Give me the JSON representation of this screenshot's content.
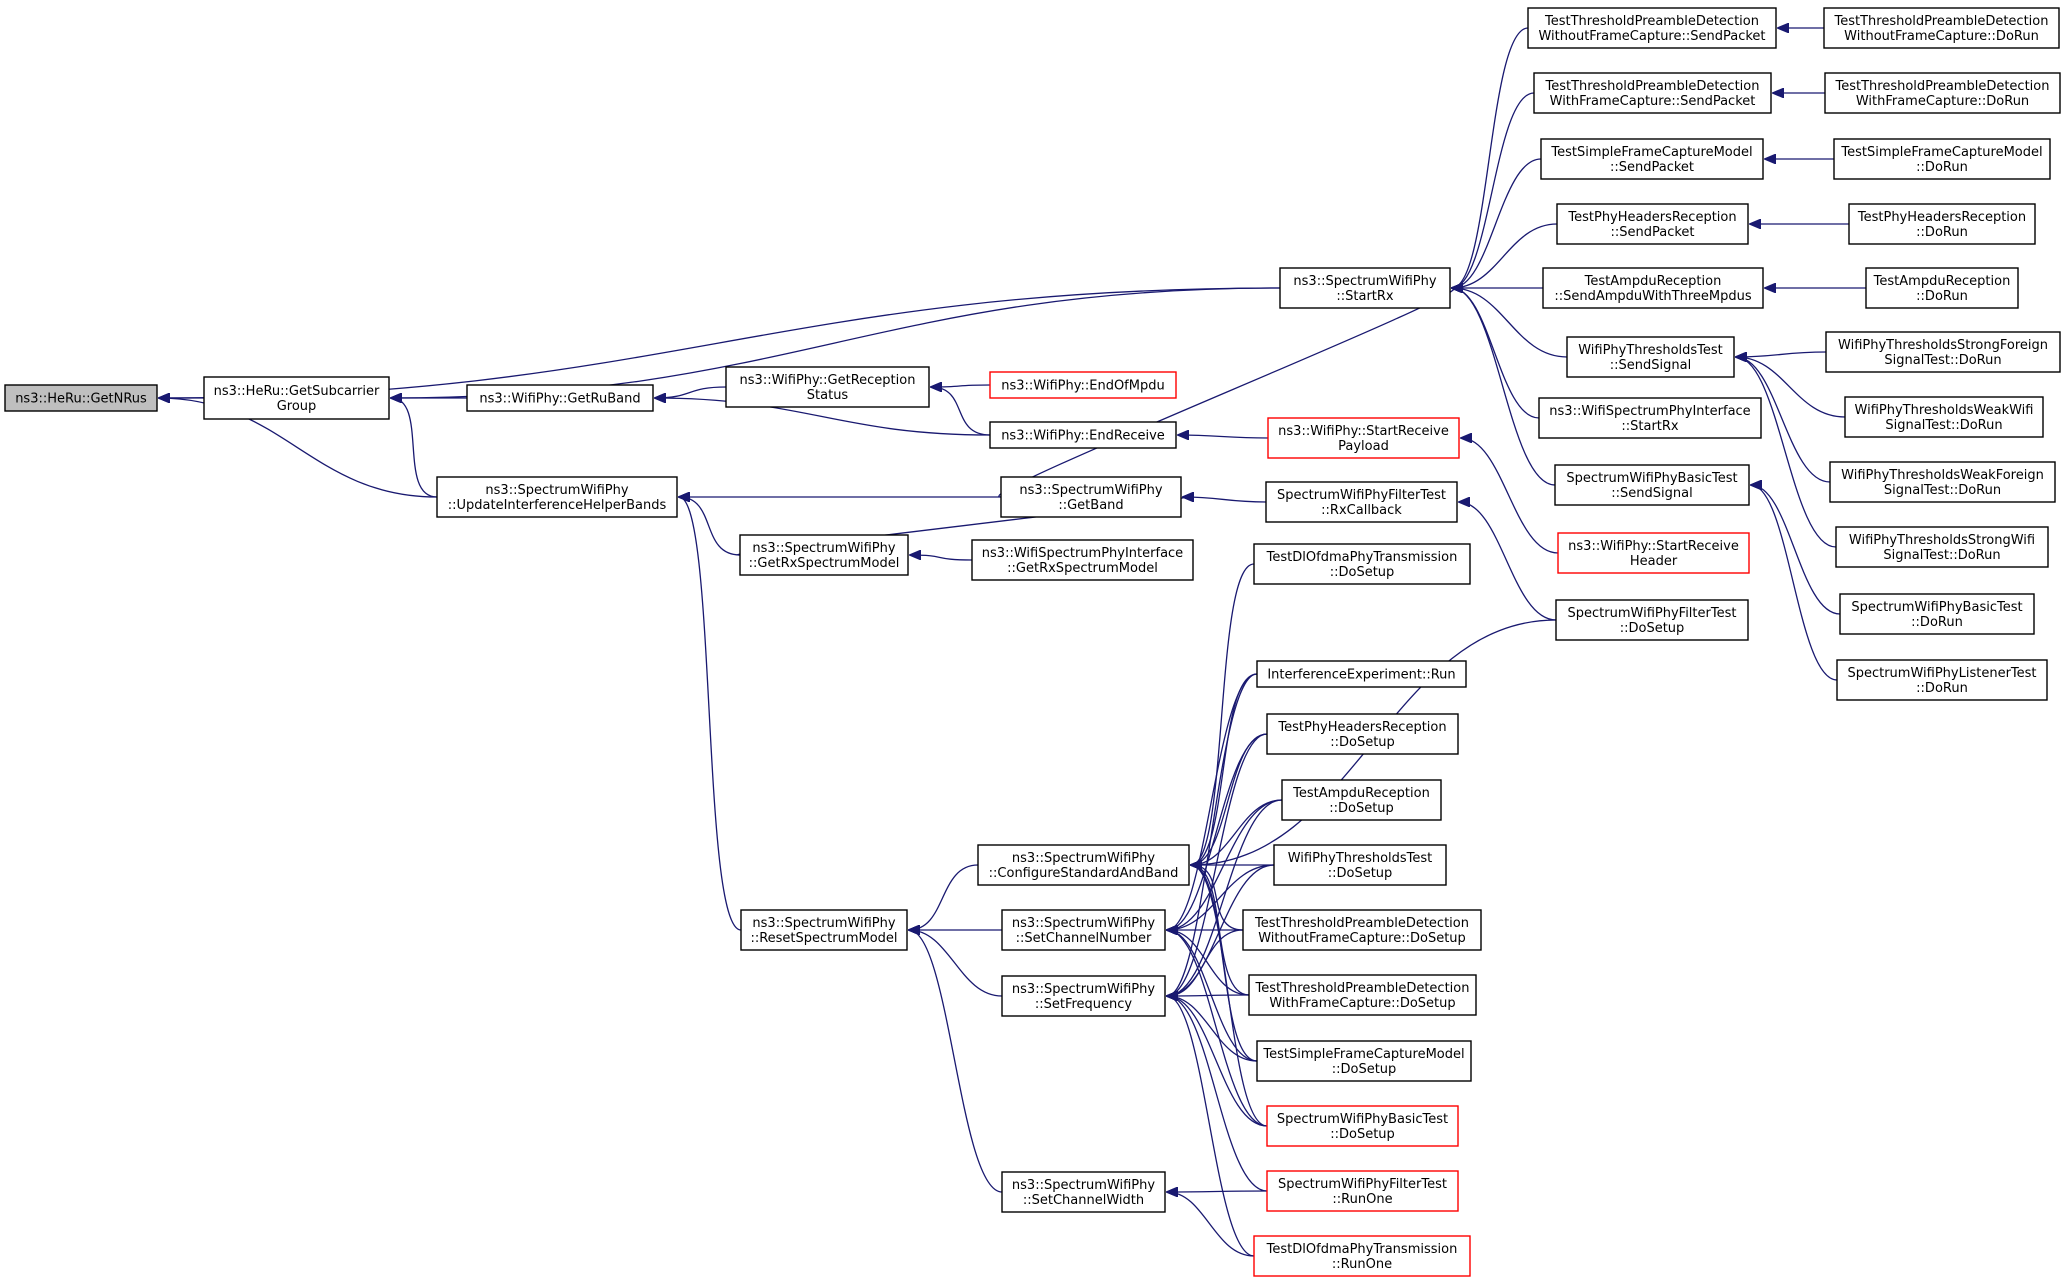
{
  "diagram": {
    "nodes": [
      {
        "id": "getnrus",
        "label": [
          "ns3::HeRu::GetNRus"
        ],
        "root": true
      },
      {
        "id": "getsubcarrier",
        "label": [
          "ns3::HeRu::GetSubcarrier",
          "Group"
        ]
      },
      {
        "id": "getruband",
        "label": [
          "ns3::WifiPhy::GetRuBand"
        ]
      },
      {
        "id": "getreception",
        "label": [
          "ns3::WifiPhy::GetReception",
          "Status"
        ]
      },
      {
        "id": "endofmpdu",
        "label": [
          "ns3::WifiPhy::EndOfMpdu"
        ],
        "truncated": true
      },
      {
        "id": "endreceive",
        "label": [
          "ns3::WifiPhy::EndReceive"
        ]
      },
      {
        "id": "updateinterf",
        "label": [
          "ns3::SpectrumWifiPhy",
          "::UpdateInterferenceHelperBands"
        ]
      },
      {
        "id": "getband",
        "label": [
          "ns3::SpectrumWifiPhy",
          "::GetBand"
        ]
      },
      {
        "id": "getrxspec",
        "label": [
          "ns3::SpectrumWifiPhy",
          "::GetRxSpectrumModel"
        ]
      },
      {
        "id": "wsi_getrxspec",
        "label": [
          "ns3::WifiSpectrumPhyInterface",
          "::GetRxSpectrumModel"
        ]
      },
      {
        "id": "startrx",
        "label": [
          "ns3::SpectrumWifiPhy",
          "::StartRx"
        ]
      },
      {
        "id": "startrecvpayload",
        "label": [
          "ns3::WifiPhy::StartReceive",
          "Payload"
        ],
        "truncated": true
      },
      {
        "id": "filter_rxcb",
        "label": [
          "SpectrumWifiPhyFilterTest",
          "::RxCallback"
        ]
      },
      {
        "id": "startrecvheader",
        "label": [
          "ns3::WifiPhy::StartReceive",
          "Header"
        ],
        "truncated": true
      },
      {
        "id": "tpd_wo_send",
        "label": [
          "TestThresholdPreambleDetection",
          "WithoutFrameCapture::SendPacket"
        ]
      },
      {
        "id": "tpd_wo_run",
        "label": [
          "TestThresholdPreambleDetection",
          "WithoutFrameCapture::DoRun"
        ]
      },
      {
        "id": "tpd_w_send",
        "label": [
          "TestThresholdPreambleDetection",
          "WithFrameCapture::SendPacket"
        ]
      },
      {
        "id": "tpd_w_run",
        "label": [
          "TestThresholdPreambleDetection",
          "WithFrameCapture::DoRun"
        ]
      },
      {
        "id": "tsfc_send",
        "label": [
          "TestSimpleFrameCaptureModel",
          "::SendPacket"
        ]
      },
      {
        "id": "tsfc_run",
        "label": [
          "TestSimpleFrameCaptureModel",
          "::DoRun"
        ]
      },
      {
        "id": "tphr_send",
        "label": [
          "TestPhyHeadersReception",
          "::SendPacket"
        ]
      },
      {
        "id": "tphr_run",
        "label": [
          "TestPhyHeadersReception",
          "::DoRun"
        ]
      },
      {
        "id": "tar_send",
        "label": [
          "TestAmpduReception",
          "::SendAmpduWithThreeMpdus"
        ]
      },
      {
        "id": "tar_run",
        "label": [
          "TestAmpduReception",
          "::DoRun"
        ]
      },
      {
        "id": "wpt_send",
        "label": [
          "WifiPhyThresholdsTest",
          "::SendSignal"
        ]
      },
      {
        "id": "wpt_sf",
        "label": [
          "WifiPhyThresholdsStrongForeign",
          "SignalTest::DoRun"
        ]
      },
      {
        "id": "wpt_ww",
        "label": [
          "WifiPhyThresholdsWeakWifi",
          "SignalTest::DoRun"
        ]
      },
      {
        "id": "wpt_wf",
        "label": [
          "WifiPhyThresholdsWeakForeign",
          "SignalTest::DoRun"
        ]
      },
      {
        "id": "wpt_sw",
        "label": [
          "WifiPhyThresholdsStrongWifi",
          "SignalTest::DoRun"
        ]
      },
      {
        "id": "wsi_startrx",
        "label": [
          "ns3::WifiSpectrumPhyInterface",
          "::StartRx"
        ]
      },
      {
        "id": "swbt_send",
        "label": [
          "SpectrumWifiPhyBasicTest",
          "::SendSignal"
        ]
      },
      {
        "id": "swbt_run",
        "label": [
          "SpectrumWifiPhyBasicTest",
          "::DoRun"
        ]
      },
      {
        "id": "swlt_run",
        "label": [
          "SpectrumWifiPhyListenerTest",
          "::DoRun"
        ]
      },
      {
        "id": "filter_dosetup",
        "label": [
          "SpectrumWifiPhyFilterTest",
          "::DoSetup"
        ]
      },
      {
        "id": "dlofdma_dosetup",
        "label": [
          "TestDlOfdmaPhyTransmission",
          "::DoSetup"
        ]
      },
      {
        "id": "interf_run",
        "label": [
          "InterferenceExperiment::Run"
        ]
      },
      {
        "id": "tphr_dosetup",
        "label": [
          "TestPhyHeadersReception",
          "::DoSetup"
        ]
      },
      {
        "id": "tar_dosetup",
        "label": [
          "TestAmpduReception",
          "::DoSetup"
        ]
      },
      {
        "id": "wpt_dosetup",
        "label": [
          "WifiPhyThresholdsTest",
          "::DoSetup"
        ]
      },
      {
        "id": "tpd_wo_dosetup",
        "label": [
          "TestThresholdPreambleDetection",
          "WithoutFrameCapture::DoSetup"
        ]
      },
      {
        "id": "tpd_w_dosetup",
        "label": [
          "TestThresholdPreambleDetection",
          "WithFrameCapture::DoSetup"
        ]
      },
      {
        "id": "tsfc_dosetup",
        "label": [
          "TestSimpleFrameCaptureModel",
          "::DoSetup"
        ]
      },
      {
        "id": "swbt_dosetup",
        "label": [
          "SpectrumWifiPhyBasicTest",
          "::DoSetup"
        ],
        "truncated": true
      },
      {
        "id": "filter_runone",
        "label": [
          "SpectrumWifiPhyFilterTest",
          "::RunOne"
        ],
        "truncated": true
      },
      {
        "id": "dlofdma_runone",
        "label": [
          "TestDlOfdmaPhyTransmission",
          "::RunOne"
        ],
        "truncated": true
      },
      {
        "id": "configstd",
        "label": [
          "ns3::SpectrumWifiPhy",
          "::ConfigureStandardAndBand"
        ]
      },
      {
        "id": "setchannum",
        "label": [
          "ns3::SpectrumWifiPhy",
          "::SetChannelNumber"
        ]
      },
      {
        "id": "setfreq",
        "label": [
          "ns3::SpectrumWifiPhy",
          "::SetFrequency"
        ]
      },
      {
        "id": "setchanwidth",
        "label": [
          "ns3::SpectrumWifiPhy",
          "::SetChannelWidth"
        ]
      },
      {
        "id": "resetspec",
        "label": [
          "ns3::SpectrumWifiPhy",
          "::ResetSpectrumModel"
        ]
      }
    ],
    "edges": [
      {
        "from": "getsubcarrier",
        "to": "getnrus"
      },
      {
        "from": "startrx",
        "to": "getnrus"
      },
      {
        "from": "updateinterf",
        "to": "getnrus"
      },
      {
        "from": "getruband",
        "to": "getsubcarrier"
      },
      {
        "from": "startrx",
        "to": "getsubcarrier"
      },
      {
        "from": "updateinterf",
        "to": "getsubcarrier"
      },
      {
        "from": "getreception",
        "to": "getruband"
      },
      {
        "from": "endreceive",
        "to": "getruband"
      },
      {
        "from": "endofmpdu",
        "to": "getreception"
      },
      {
        "from": "endreceive",
        "to": "getreception"
      },
      {
        "from": "startrecvpayload",
        "to": "endreceive"
      },
      {
        "from": "getband",
        "to": "updateinterf"
      },
      {
        "from": "getrxspec",
        "to": "updateinterf"
      },
      {
        "from": "resetspec",
        "to": "updateinterf"
      },
      {
        "from": "getrxspec",
        "to": "getband"
      },
      {
        "from": "filter_rxcb",
        "to": "getband"
      },
      {
        "from": "wsi_getrxspec",
        "to": "getrxspec"
      },
      {
        "from": "getband",
        "to": "startrx"
      },
      {
        "from": "tpd_wo_send",
        "to": "startrx"
      },
      {
        "from": "tpd_w_send",
        "to": "startrx"
      },
      {
        "from": "tsfc_send",
        "to": "startrx"
      },
      {
        "from": "tphr_send",
        "to": "startrx"
      },
      {
        "from": "tar_send",
        "to": "startrx"
      },
      {
        "from": "wpt_send",
        "to": "startrx"
      },
      {
        "from": "wsi_startrx",
        "to": "startrx"
      },
      {
        "from": "swbt_send",
        "to": "startrx"
      },
      {
        "from": "startrecvheader",
        "to": "startrecvpayload"
      },
      {
        "from": "filter_dosetup",
        "to": "filter_rxcb"
      },
      {
        "from": "tpd_wo_run",
        "to": "tpd_wo_send"
      },
      {
        "from": "tpd_w_run",
        "to": "tpd_w_send"
      },
      {
        "from": "tsfc_run",
        "to": "tsfc_send"
      },
      {
        "from": "tphr_run",
        "to": "tphr_send"
      },
      {
        "from": "tar_run",
        "to": "tar_send"
      },
      {
        "from": "wpt_sf",
        "to": "wpt_send"
      },
      {
        "from": "wpt_ww",
        "to": "wpt_send"
      },
      {
        "from": "wpt_wf",
        "to": "wpt_send"
      },
      {
        "from": "wpt_sw",
        "to": "wpt_send"
      },
      {
        "from": "swbt_run",
        "to": "swbt_send"
      },
      {
        "from": "swlt_run",
        "to": "swbt_send"
      },
      {
        "from": "configstd",
        "to": "resetspec"
      },
      {
        "from": "setchannum",
        "to": "resetspec"
      },
      {
        "from": "setfreq",
        "to": "resetspec"
      },
      {
        "from": "setchanwidth",
        "to": "resetspec"
      },
      {
        "from": "dlofdma_dosetup",
        "to": "configstd"
      },
      {
        "from": "filter_dosetup",
        "to": "configstd"
      },
      {
        "from": "interf_run",
        "to": "configstd"
      },
      {
        "from": "tphr_dosetup",
        "to": "configstd"
      },
      {
        "from": "tar_dosetup",
        "to": "configstd"
      },
      {
        "from": "wpt_dosetup",
        "to": "configstd"
      },
      {
        "from": "tpd_wo_dosetup",
        "to": "configstd"
      },
      {
        "from": "tpd_w_dosetup",
        "to": "configstd"
      },
      {
        "from": "tsfc_dosetup",
        "to": "configstd"
      },
      {
        "from": "swbt_dosetup",
        "to": "configstd"
      },
      {
        "from": "interf_run",
        "to": "setchannum"
      },
      {
        "from": "tphr_dosetup",
        "to": "setchannum"
      },
      {
        "from": "tar_dosetup",
        "to": "setchannum"
      },
      {
        "from": "wpt_dosetup",
        "to": "setchannum"
      },
      {
        "from": "tpd_wo_dosetup",
        "to": "setchannum"
      },
      {
        "from": "tpd_w_dosetup",
        "to": "setchannum"
      },
      {
        "from": "tsfc_dosetup",
        "to": "setchannum"
      },
      {
        "from": "swbt_dosetup",
        "to": "setchannum"
      },
      {
        "from": "interf_run",
        "to": "setfreq"
      },
      {
        "from": "tphr_dosetup",
        "to": "setfreq"
      },
      {
        "from": "tar_dosetup",
        "to": "setfreq"
      },
      {
        "from": "wpt_dosetup",
        "to": "setfreq"
      },
      {
        "from": "tpd_wo_dosetup",
        "to": "setfreq"
      },
      {
        "from": "tpd_w_dosetup",
        "to": "setfreq"
      },
      {
        "from": "tsfc_dosetup",
        "to": "setfreq"
      },
      {
        "from": "swbt_dosetup",
        "to": "setfreq"
      },
      {
        "from": "filter_runone",
        "to": "setfreq"
      },
      {
        "from": "dlofdma_runone",
        "to": "setfreq"
      },
      {
        "from": "filter_runone",
        "to": "setchanwidth"
      },
      {
        "from": "dlofdma_runone",
        "to": "setchanwidth"
      }
    ]
  }
}
